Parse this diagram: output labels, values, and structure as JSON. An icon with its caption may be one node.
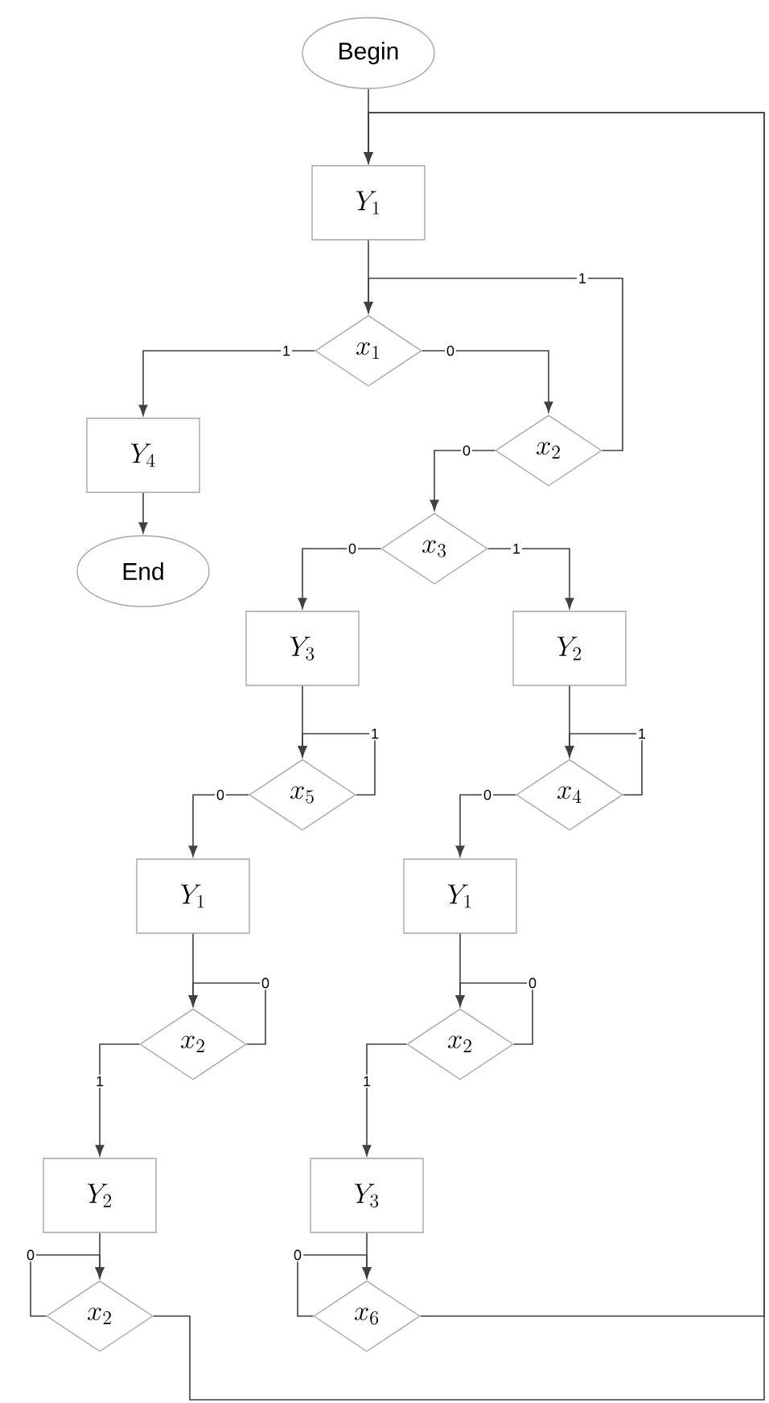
{
  "diagram": {
    "nodes": [
      {
        "text": [
          "Begin"
        ]
      },
      {
        "text": [
          "Y_1"
        ]
      },
      {
        "text": [
          "x_1"
        ]
      },
      {
        "text": [
          "Y_4"
        ]
      },
      {
        "text": [
          "x_2"
        ]
      },
      {
        "text": [
          "End"
        ]
      },
      {
        "text": [
          "x_3"
        ]
      },
      {
        "text": [
          "Y_3"
        ]
      },
      {
        "text": [
          "Y_2"
        ]
      },
      {
        "text": [
          "x_5"
        ]
      },
      {
        "text": [
          "x_4"
        ]
      },
      {
        "text": [
          "Y_1"
        ]
      },
      {
        "text": [
          "Y_1"
        ]
      },
      {
        "text": [
          "x_2"
        ]
      },
      {
        "text": [
          "x_2"
        ]
      },
      {
        "text": [
          "Y_2"
        ]
      },
      {
        "text": [
          "Y_3"
        ]
      },
      {
        "text": [
          "x_2"
        ]
      },
      {
        "text": [
          "x_6"
        ]
      }
    ],
    "edges": [
      {
        "from": 0,
        "to": 1,
        "arrow": "to"
      },
      {
        "from": 18,
        "to": 1,
        "arrow": "to"
      },
      {
        "from": 17,
        "to": 1,
        "arrow": "to"
      },
      {
        "from": 1,
        "to": 2,
        "arrow": "to"
      },
      {
        "from": 2,
        "to": 3,
        "arrow": "to",
        "label": "1"
      },
      {
        "from": 2,
        "to": 4,
        "arrow": "to",
        "label": "0"
      },
      {
        "from": 4,
        "to": 2,
        "arrow": "to",
        "label": "1"
      },
      {
        "from": 4,
        "to": 6,
        "arrow": "to",
        "label": "0"
      },
      {
        "from": 3,
        "to": 5,
        "arrow": "to"
      },
      {
        "from": 6,
        "to": 7,
        "arrow": "to",
        "label": "0"
      },
      {
        "from": 6,
        "to": 8,
        "arrow": "to",
        "label": "1"
      },
      {
        "from": 7,
        "to": 9,
        "arrow": "to"
      },
      {
        "from": 9,
        "to": 9,
        "arrow": "to",
        "label": "1"
      },
      {
        "from": 8,
        "to": 10,
        "arrow": "to"
      },
      {
        "from": 10,
        "to": 10,
        "arrow": "to",
        "label": "1"
      },
      {
        "from": 9,
        "to": 11,
        "arrow": "to",
        "label": "0"
      },
      {
        "from": 10,
        "to": 12,
        "arrow": "to",
        "label": "0"
      },
      {
        "from": 11,
        "to": 13,
        "arrow": "to"
      },
      {
        "from": 13,
        "to": 13,
        "arrow": "to",
        "label": "0"
      },
      {
        "from": 13,
        "to": 15,
        "arrow": "to",
        "label": "1"
      },
      {
        "from": 12,
        "to": 14,
        "arrow": "to"
      },
      {
        "from": 14,
        "to": 14,
        "arrow": "to",
        "label": "0"
      },
      {
        "from": 14,
        "to": 16,
        "arrow": "to",
        "label": "1"
      },
      {
        "from": 15,
        "to": 17,
        "arrow": "to"
      },
      {
        "from": 17,
        "to": 17,
        "arrow": "to",
        "label": "0"
      },
      {
        "from": 16,
        "to": 18,
        "arrow": "to"
      },
      {
        "from": 18,
        "to": 18,
        "arrow": "to",
        "label": "0"
      }
    ]
  }
}
